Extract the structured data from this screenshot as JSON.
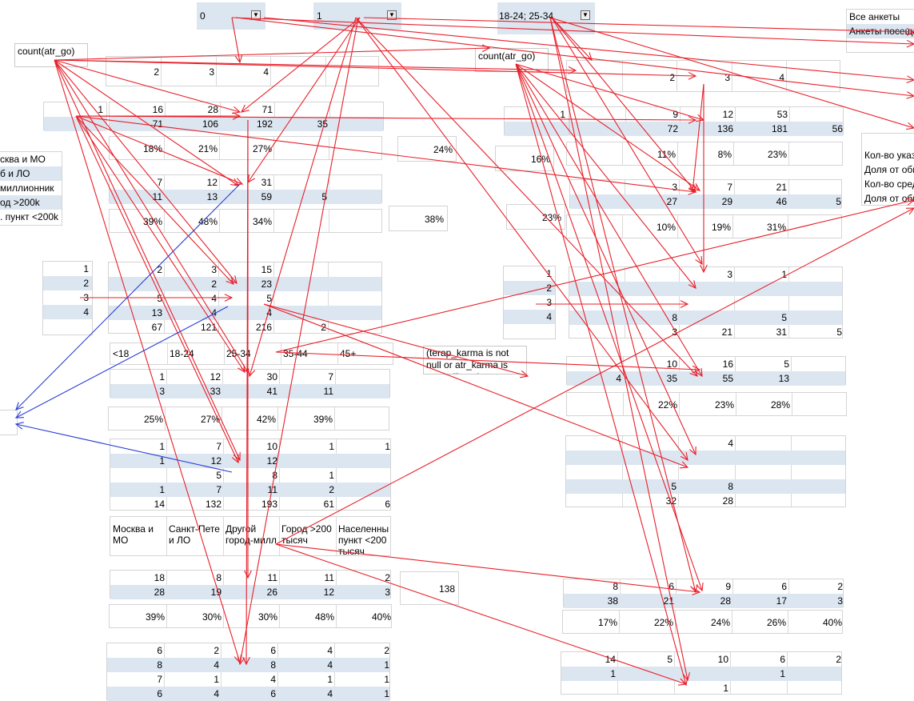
{
  "dropdowns": [
    {
      "id": "dd-karma",
      "value": "0"
    },
    {
      "id": "dd-gender",
      "value": "1"
    },
    {
      "id": "dd-age",
      "value": "18-24; 25-34"
    }
  ],
  "labels": {
    "count_left": "count(atr_go)",
    "count_right": "count(atr_go)",
    "all_forms": "Все анкеты",
    "forms_visited": "Анкеты посеща",
    "where_clause": "(terap_karma is not null or atr_karma is not null) and ..."
  },
  "cities_left": [
    "сква и МО",
    "б и ЛО",
    "миллионник",
    "од >200k",
    ". пункт <200k"
  ],
  "legend_right": [
    "Кол-во указ",
    "Доля от общ",
    "Кол-во сред",
    "Доля от общ"
  ],
  "left": {
    "t1_header": [
      "2",
      "3",
      "4",
      ""
    ],
    "t1_key": [
      "1",
      ""
    ],
    "t1_rows": [
      [
        "16",
        "28",
        "71",
        ""
      ],
      [
        "71",
        "106",
        "192",
        "35"
      ]
    ],
    "t1_pct": [
      "18%",
      "21%",
      "27%"
    ],
    "t1_side_pct": "24%",
    "t2_rows": [
      [
        "7",
        "12",
        "31",
        ""
      ],
      [
        "11",
        "13",
        "59",
        "5"
      ]
    ],
    "t2_pct": [
      "39%",
      "48%",
      "34%"
    ],
    "t2_side_pct": "38%",
    "t3_keys": [
      "1",
      "2",
      "3",
      "4",
      ""
    ],
    "t3_rows": [
      [
        "2",
        "3",
        "15",
        ""
      ],
      [
        "",
        "2",
        "23",
        ""
      ],
      [
        "5",
        "4",
        "5",
        ""
      ],
      [
        "13",
        "4",
        "4",
        ""
      ],
      [
        "67",
        "121",
        "216",
        "2"
      ]
    ],
    "ages": [
      "<18",
      "18-24",
      "25-34",
      "35-44",
      "45+"
    ],
    "t4_rows": [
      [
        "1",
        "12",
        "30",
        "7"
      ],
      [
        "3",
        "33",
        "41",
        "11"
      ]
    ],
    "t4_pct": [
      "25%",
      "27%",
      "42%",
      "39%"
    ],
    "t5_rows": [
      [
        "1",
        "7",
        "10",
        "1",
        "1"
      ],
      [
        "1",
        "12",
        "12",
        "",
        ""
      ],
      [
        "",
        "5",
        "8",
        "1",
        ""
      ],
      [
        "1",
        "7",
        "11",
        "2",
        ""
      ],
      [
        "14",
        "132",
        "193",
        "61",
        "6"
      ]
    ],
    "city_headers": [
      "Москва и МО",
      "Санкт-Пете и ЛО",
      "Другой город-милл",
      "Город >200 тысяч",
      "Населенны пункт <200 тысяч"
    ],
    "t6_rows": [
      [
        "18",
        "8",
        "11",
        "11",
        "2"
      ],
      [
        "28",
        "19",
        "26",
        "12",
        "3"
      ]
    ],
    "t6_side": "138",
    "t6_pct": [
      "39%",
      "30%",
      "30%",
      "48%",
      "40%"
    ],
    "t7_rows": [
      [
        "6",
        "2",
        "6",
        "4",
        "2"
      ],
      [
        "8",
        "4",
        "8",
        "4",
        "1"
      ],
      [
        "7",
        "1",
        "4",
        "1",
        "1"
      ],
      [
        "6",
        "4",
        "6",
        "4",
        "1"
      ]
    ]
  },
  "right": {
    "t1_header": [
      "",
      "2",
      "3",
      "4",
      ""
    ],
    "t1_key": "1",
    "t1_rows": [
      [
        "",
        "9",
        "12",
        "53",
        ""
      ],
      [
        "",
        "72",
        "136",
        "181",
        "56"
      ]
    ],
    "t1_side_pct": "16%",
    "t1_pct": [
      "",
      "11%",
      "8%",
      "23%",
      ""
    ],
    "t2_rows": [
      [
        "",
        "3",
        "7",
        "21",
        ""
      ],
      [
        "",
        "27",
        "29",
        "46",
        "5"
      ]
    ],
    "t2_side_pct": "23%",
    "t2_pct": [
      "",
      "10%",
      "19%",
      "31%",
      ""
    ],
    "t3_keys": [
      "1",
      "2",
      "3",
      "4",
      ""
    ],
    "t3_rows": [
      [
        "",
        "",
        "3",
        "1",
        ""
      ],
      [
        "",
        "",
        "",
        "",
        ""
      ],
      [
        "",
        "",
        "",
        "",
        ""
      ],
      [
        "",
        "8",
        "",
        "5",
        ""
      ],
      [
        "",
        "3",
        "21",
        "31",
        "5"
      ]
    ],
    "t4_rows": [
      [
        "",
        "10",
        "16",
        "5"
      ],
      [
        "4",
        "35",
        "55",
        "13"
      ]
    ],
    "t4_pct": [
      "",
      "22%",
      "23%",
      "28%"
    ],
    "t5_rows": [
      [
        "",
        "",
        "4",
        ""
      ],
      [
        "",
        "",
        "",
        ""
      ],
      [
        "",
        "",
        "",
        ""
      ],
      [
        "",
        "5",
        "8",
        ""
      ],
      [
        "",
        "32",
        "28",
        ""
      ]
    ],
    "t6_rows": [
      [
        "8",
        "6",
        "9",
        "6",
        "2"
      ],
      [
        "38",
        "21",
        "28",
        "17",
        "3"
      ]
    ],
    "t6_pct": [
      "17%",
      "22%",
      "24%",
      "26%",
      "40%"
    ],
    "t7_rows": [
      [
        "14",
        "5",
        "10",
        "6",
        "2"
      ],
      [
        "1",
        "",
        "",
        "1",
        ""
      ],
      [
        "",
        "",
        "1",
        "",
        ""
      ]
    ]
  },
  "colors": {
    "band": "#dce6f1",
    "arrow_red": "#e8202a",
    "arrow_blue": "#2b3fd6",
    "grid": "#d4d4d4"
  }
}
